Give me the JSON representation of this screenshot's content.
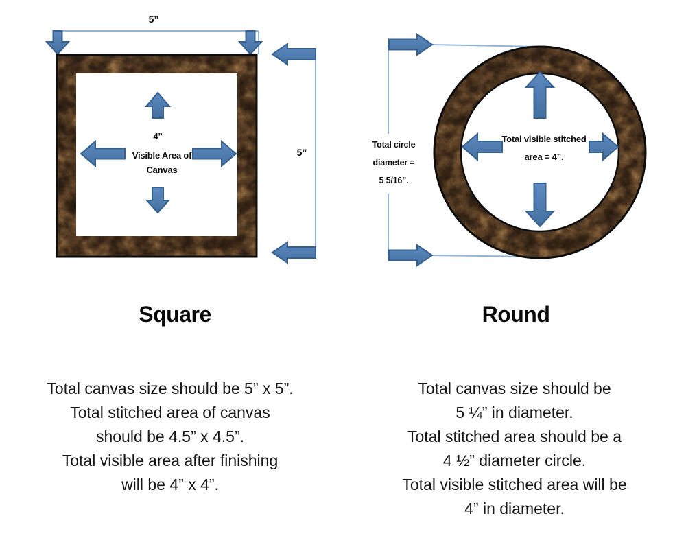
{
  "colors": {
    "arrow_fill_light": "#5d8ac1",
    "arrow_fill_dark": "#44709f",
    "arrow_stroke": "#36618f",
    "dim_line": "#92b4da",
    "canvas_brown": "#3c2b1a",
    "outline_black": "#0d0d0d",
    "inner_white": "#ffffff"
  },
  "diagram_square": {
    "heading": "Square",
    "top_width_label": "5”",
    "right_height_label": "5”",
    "inner_size_label": "4”",
    "inner_label_line1": "Visible Area of",
    "inner_label_line2": "Canvas"
  },
  "diagram_round": {
    "heading": "Round",
    "diameter_label_line1": "Total circle",
    "diameter_label_line2": "diameter =",
    "diameter_label_line3": "5 5/16”.",
    "inner_label_line1": "Total visible stitched",
    "inner_label_line2": "area = 4”."
  },
  "notes_square": {
    "lines": [
      "Total canvas size should be 5” x 5”.",
      "Total stitched area of canvas",
      "should be 4.5” x 4.5”.",
      "Total visible area after finishing",
      "will be 4” x 4”."
    ]
  },
  "notes_round": {
    "lines": [
      "Total canvas size should be",
      "5 ¼” in diameter.",
      "Total stitched area should be a",
      "4 ½” diameter circle.",
      "Total visible stitched area will be",
      "4” in diameter."
    ]
  }
}
